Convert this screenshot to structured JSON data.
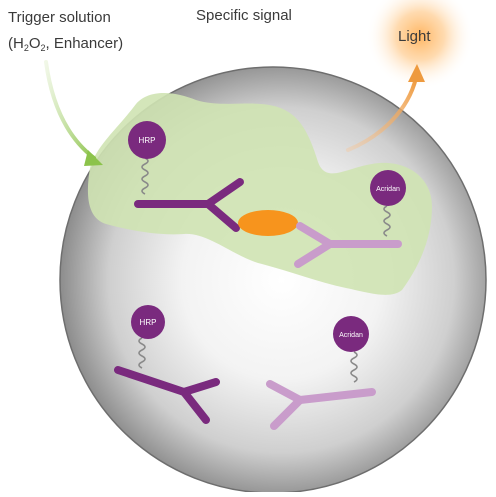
{
  "labels": {
    "trigger_line1": "Trigger solution",
    "trigger_open": "(H",
    "trigger_sub1": "2",
    "trigger_mid": "O",
    "trigger_sub2": "2",
    "trigger_close": ", Enhancer)",
    "specific_signal": "Specific signal",
    "light": "Light"
  },
  "molecules": {
    "hrp_top": "HRP",
    "acridan_top": "Acridan",
    "hrp_bottom": "HRP",
    "acridan_bottom": "Acridan"
  },
  "colors": {
    "purple": "#7a2a7e",
    "light_purple": "#c99ccb",
    "orange": "#f7941d",
    "green_blob": "#cfe3b2",
    "arrow_green": "#8cc34b",
    "arrow_orange": "#f0a048",
    "glow": "#ffb25a",
    "sphere_edge": "#6e6e6e"
  },
  "icons": {
    "trigger_arrow": "arrow-curved-green",
    "light_arrow": "arrow-curved-orange",
    "light_glow": "glow"
  }
}
